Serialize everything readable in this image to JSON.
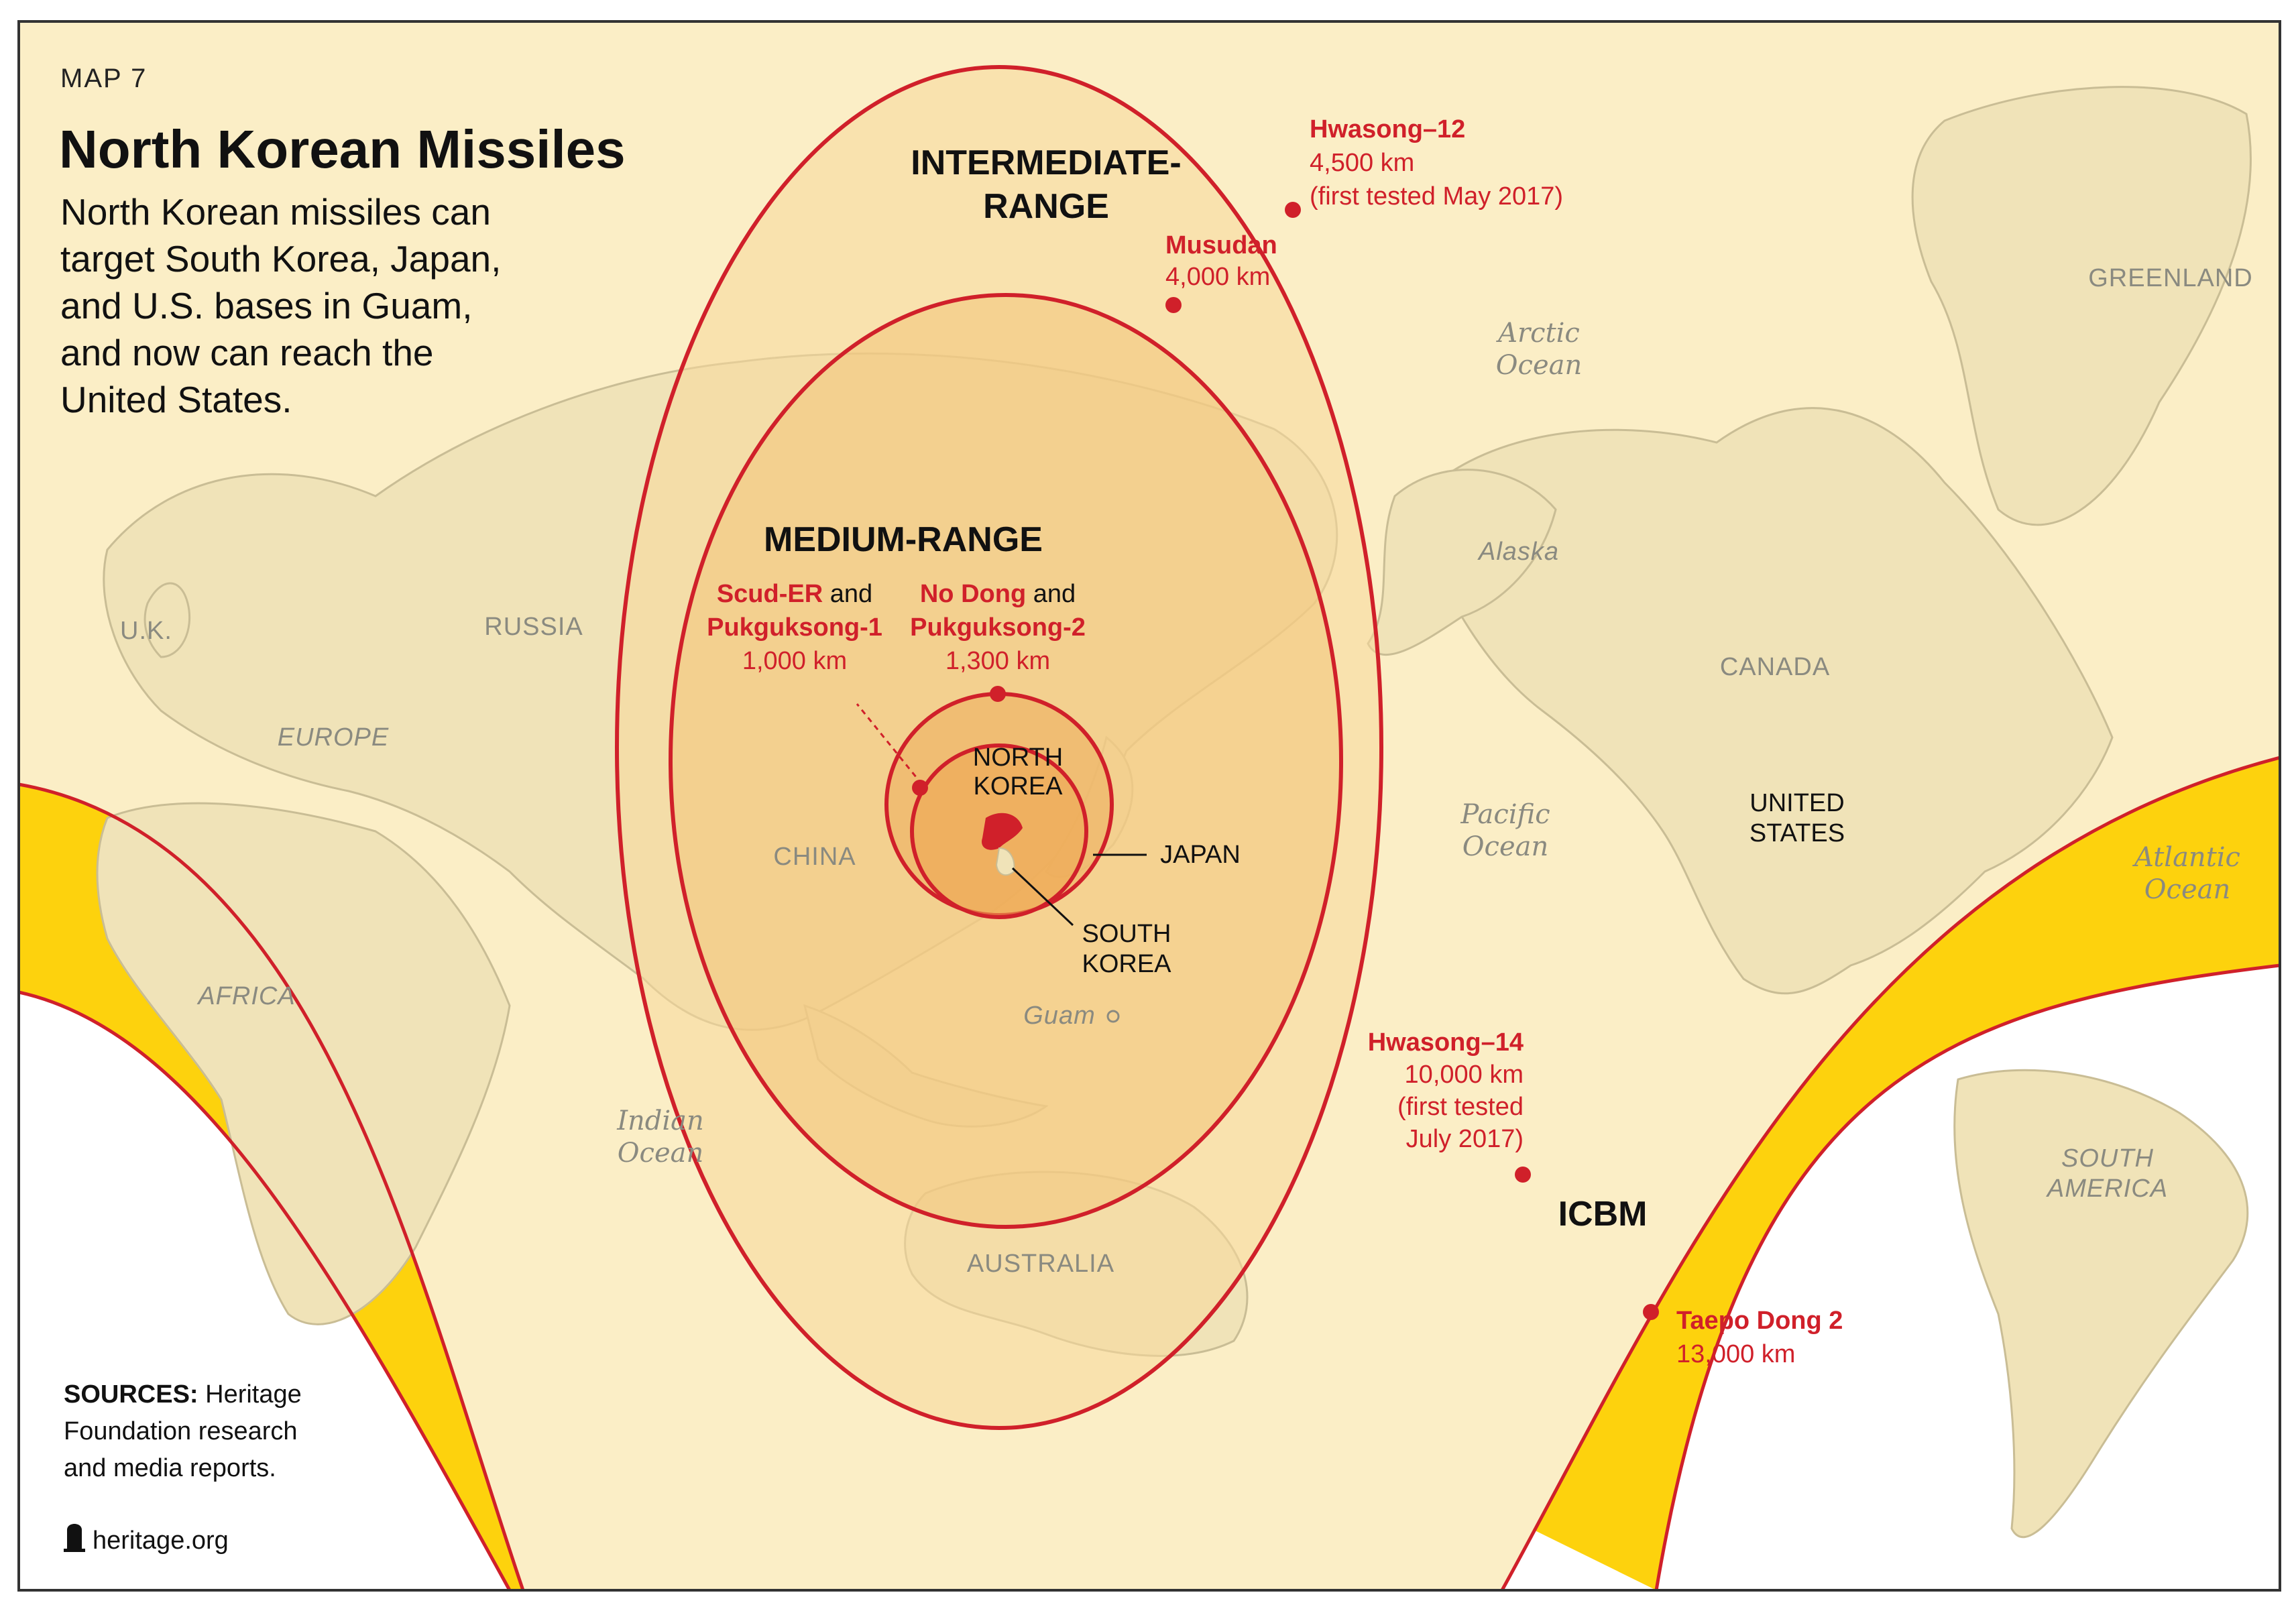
{
  "header": {
    "kicker": "MAP 7",
    "title": "North Korean Missiles",
    "subtitle_lines": [
      "North Korean missiles can",
      "target South Korea, Japan,",
      "and U.S. bases in Guam,",
      "and now can reach the",
      "United States."
    ]
  },
  "range_titles": {
    "intermediate_line1": "INTERMEDIATE-",
    "intermediate_line2": "RANGE",
    "medium": "MEDIUM-RANGE",
    "icbm": "ICBM"
  },
  "missiles": {
    "hwasong12": {
      "name": "Hwasong–12",
      "range": "4,500 km",
      "note": "(first tested May 2017)"
    },
    "musudan": {
      "name": "Musudan",
      "range": "4,000 km"
    },
    "scud": {
      "name": "Scud-ER",
      "and": " and",
      "name2": "Pukguksong-1",
      "range": "1,000 km"
    },
    "nodong": {
      "name": "No Dong",
      "and": " and",
      "name2": "Pukguksong-2",
      "range": "1,300 km"
    },
    "hwasong14": {
      "name": "Hwasong–14",
      "range": "10,000 km",
      "note1": "(first tested",
      "note2": "July 2017)"
    },
    "taepodong": {
      "name": "Taepo Dong 2",
      "range": "13,000 km"
    }
  },
  "regions": {
    "greenland": "GREENLAND",
    "russia": "RUSSIA",
    "uk": "U.K.",
    "europe": "EUROPE",
    "canada": "CANADA",
    "china": "CHINA",
    "africa": "AFRICA",
    "australia": "AUSTRALIA",
    "south_america_1": "SOUTH",
    "south_america_2": "AMERICA",
    "alaska": "Alaska",
    "guam": "Guam",
    "us_1": "UNITED",
    "us_2": "STATES",
    "japan": "JAPAN",
    "north_korea_1": "NORTH",
    "north_korea_2": "KOREA",
    "south_korea_1": "SOUTH",
    "south_korea_2": "KOREA"
  },
  "oceans": {
    "arctic_1": "Arctic",
    "arctic_2": "Ocean",
    "pacific_1": "Pacific",
    "pacific_2": "Ocean",
    "atlantic_1": "Atlantic",
    "atlantic_2": "Ocean",
    "indian_1": "Indian",
    "indian_2": "Ocean"
  },
  "footer": {
    "sources_label": "SOURCES:",
    "sources_line1": " Heritage",
    "sources_line2": "Foundation research",
    "sources_line3": "and media reports.",
    "site": "heritage.org"
  },
  "colors": {
    "background_land_zone": "#fbeec6",
    "land": "#f0e3b8",
    "land_outline": "#c9bd95",
    "intermediate_fill": "#f7d99a",
    "medium_fill": "#f3c47a",
    "inner_fill": "#eeb060",
    "icbm_band": "#fdd20d",
    "outside": "#ffffff",
    "range_line": "#d0202a",
    "north_korea": "#d0202a"
  }
}
